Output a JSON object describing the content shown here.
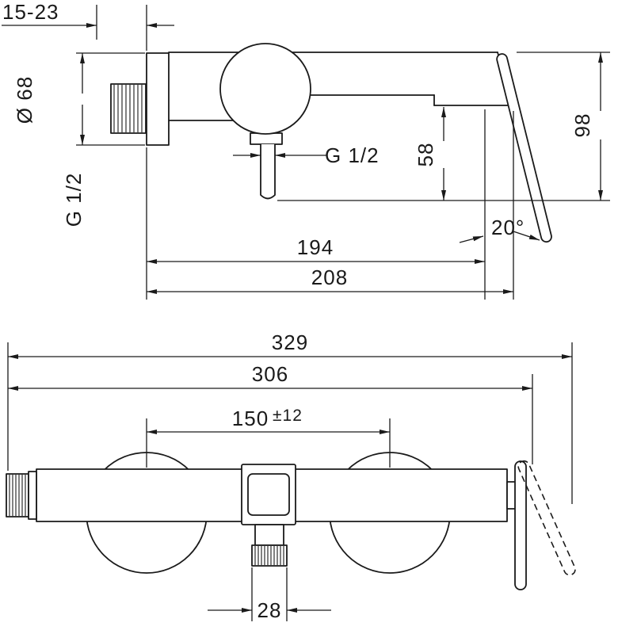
{
  "views": {
    "side": {
      "wall_distance": "15-23",
      "flange_diameter": "Ø 68",
      "inlet_thread": "G 1/2",
      "hose_outlet_thread": "G 1/2",
      "outlet_height": "58",
      "total_height": "98",
      "handle_angle": "20°",
      "reach_to_outlet": "194",
      "total_reach": "208"
    },
    "front": {
      "total_width": "329",
      "body_width": "306",
      "connection_centers": "150",
      "connection_tolerance": "±12",
      "spout_width": "28"
    }
  }
}
